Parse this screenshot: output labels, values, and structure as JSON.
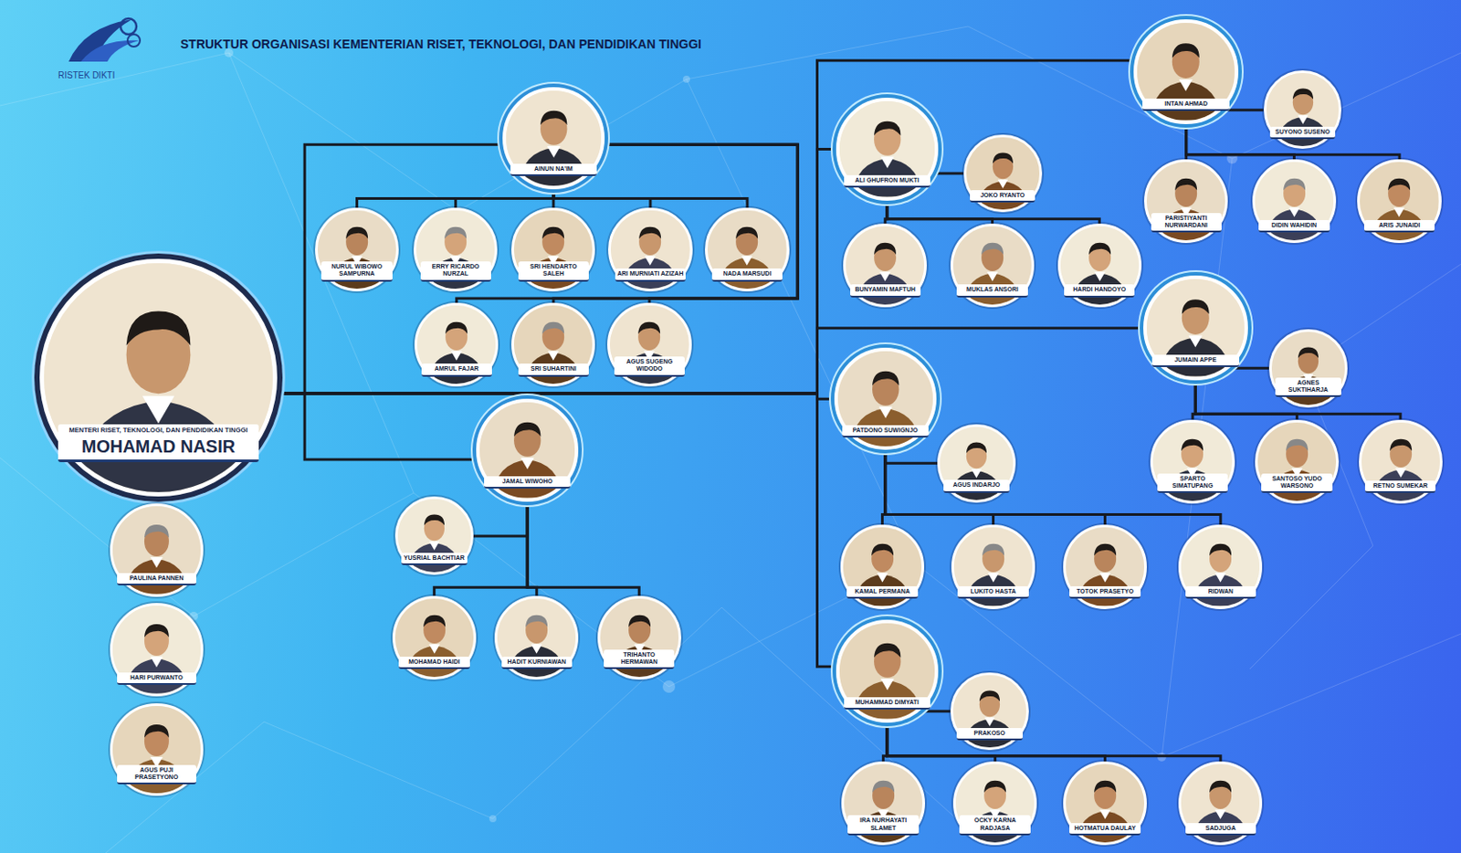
{
  "diagram": {
    "title": "STRUKTUR ORGANISASI KEMENTERIAN RISET, TEKNOLOGI, DAN PENDIDIKAN TINGGI",
    "nodes": [
      {
        "text": [
          "MENTERI RISET, TEKNOLOGI, DAN PENDIDIKAN TINGGI",
          "MOHAMAD NASIR"
        ]
      },
      {
        "text": [
          "PAULINA PANNEN"
        ]
      },
      {
        "text": [
          "HARI PURWANTO"
        ]
      },
      {
        "text": [
          "AGUS PUJI PRASETYONO"
        ]
      },
      {
        "text": [
          "AINUN NA'IM"
        ]
      },
      {
        "text": [
          "NURUL WIBOWO SAMPURNA"
        ]
      },
      {
        "text": [
          "ERRY RICARDO NURZAL"
        ]
      },
      {
        "text": [
          "SRI HENDARTO SALEH"
        ]
      },
      {
        "text": [
          "ARI MURNIATI AZIZAH"
        ]
      },
      {
        "text": [
          "NADA MARSUDI"
        ]
      },
      {
        "text": [
          "AMRUL FAJAR"
        ]
      },
      {
        "text": [
          "SRI SUHARTINI"
        ]
      },
      {
        "text": [
          "AGUS SUGENG WIDODO"
        ]
      },
      {
        "text": [
          "JAMAL WIWOHO"
        ]
      },
      {
        "text": [
          "YUSRIAL BACHTIAR"
        ]
      },
      {
        "text": [
          "MOHAMAD HAIDI"
        ]
      },
      {
        "text": [
          "HADIT KURNIAWAN"
        ]
      },
      {
        "text": [
          "TRIHANTO HERMAWAN"
        ]
      },
      {
        "text": [
          "ALI GHUFRON MUKTI"
        ]
      },
      {
        "text": [
          "JOKO RYANTO"
        ]
      },
      {
        "text": [
          "BUNYAMIN MAFTUH"
        ]
      },
      {
        "text": [
          "MUKLAS ANSORI"
        ]
      },
      {
        "text": [
          "HARDI HANDOYO"
        ]
      },
      {
        "text": [
          "INTAN AHMAD"
        ]
      },
      {
        "text": [
          "SUYONO SUSENO"
        ]
      },
      {
        "text": [
          "PARISTIYANTI NURWARDANI"
        ]
      },
      {
        "text": [
          "DIDIN WAHIDIN"
        ]
      },
      {
        "text": [
          "ARIS JUNAIDI"
        ]
      },
      {
        "text": [
          "JUMAIN APPE"
        ]
      },
      {
        "text": [
          "AGNES SUKTIHARJA"
        ]
      },
      {
        "text": [
          "SPARTO SIMATUPANG"
        ]
      },
      {
        "text": [
          "SANTOSO YUDO WARSONO"
        ]
      },
      {
        "text": [
          "RETNO SUMEKAR"
        ]
      },
      {
        "text": [
          "PATDONO SUWIGNJO"
        ]
      },
      {
        "text": [
          "AGUS INDARJO"
        ]
      },
      {
        "text": [
          "KAMAL PERMANA"
        ]
      },
      {
        "text": [
          "LUKITO HASTA"
        ]
      },
      {
        "text": [
          "TOTOK PRASETYO"
        ]
      },
      {
        "text": [
          "RIDWAN"
        ]
      },
      {
        "text": [
          "MUHAMMAD DIMYATI"
        ]
      },
      {
        "text": [
          "PRAKOSO"
        ]
      },
      {
        "text": [
          "IRA NURHAYATI SLAMET"
        ]
      },
      {
        "text": [
          "OCKY KARNA RADJASA"
        ]
      },
      {
        "text": [
          "HOTMATUA DAULAY"
        ]
      },
      {
        "text": [
          "SADJUGA"
        ]
      }
    ],
    "edges": [
      {
        "from": 0,
        "to": 4,
        "arrow": "none"
      },
      {
        "from": 0,
        "to": 13,
        "arrow": "none"
      },
      {
        "from": 0,
        "to": 18,
        "arrow": "none"
      },
      {
        "from": 0,
        "to": 23,
        "arrow": "none"
      },
      {
        "from": 0,
        "to": 28,
        "arrow": "none"
      },
      {
        "from": 0,
        "to": 33,
        "arrow": "none"
      },
      {
        "from": 0,
        "to": 39,
        "arrow": "none"
      },
      {
        "from": 4,
        "to": 5,
        "arrow": "none"
      },
      {
        "from": 4,
        "to": 6,
        "arrow": "none"
      },
      {
        "from": 4,
        "to": 7,
        "arrow": "none"
      },
      {
        "from": 4,
        "to": 8,
        "arrow": "none"
      },
      {
        "from": 4,
        "to": 9,
        "arrow": "none"
      },
      {
        "from": 4,
        "to": 10,
        "arrow": "none"
      },
      {
        "from": 4,
        "to": 11,
        "arrow": "none"
      },
      {
        "from": 4,
        "to": 12,
        "arrow": "none"
      },
      {
        "from": 13,
        "to": 14,
        "arrow": "none"
      },
      {
        "from": 13,
        "to": 15,
        "arrow": "none"
      },
      {
        "from": 13,
        "to": 16,
        "arrow": "none"
      },
      {
        "from": 13,
        "to": 17,
        "arrow": "none"
      },
      {
        "from": 18,
        "to": 19,
        "arrow": "none"
      },
      {
        "from": 18,
        "to": 20,
        "arrow": "none"
      },
      {
        "from": 18,
        "to": 21,
        "arrow": "none"
      },
      {
        "from": 18,
        "to": 22,
        "arrow": "none"
      },
      {
        "from": 23,
        "to": 24,
        "arrow": "none"
      },
      {
        "from": 23,
        "to": 25,
        "arrow": "none"
      },
      {
        "from": 23,
        "to": 26,
        "arrow": "none"
      },
      {
        "from": 23,
        "to": 27,
        "arrow": "none"
      },
      {
        "from": 28,
        "to": 29,
        "arrow": "none"
      },
      {
        "from": 28,
        "to": 30,
        "arrow": "none"
      },
      {
        "from": 28,
        "to": 31,
        "arrow": "none"
      },
      {
        "from": 28,
        "to": 32,
        "arrow": "none"
      },
      {
        "from": 33,
        "to": 34,
        "arrow": "none"
      },
      {
        "from": 33,
        "to": 35,
        "arrow": "none"
      },
      {
        "from": 33,
        "to": 36,
        "arrow": "none"
      },
      {
        "from": 33,
        "to": 37,
        "arrow": "none"
      },
      {
        "from": 33,
        "to": 38,
        "arrow": "none"
      },
      {
        "from": 39,
        "to": 40,
        "arrow": "none"
      },
      {
        "from": 39,
        "to": 41,
        "arrow": "none"
      },
      {
        "from": 39,
        "to": 42,
        "arrow": "none"
      },
      {
        "from": 39,
        "to": 43,
        "arrow": "none"
      },
      {
        "from": 39,
        "to": 44,
        "arrow": "none"
      }
    ],
    "labels": [
      "RISTEK DIKTI"
    ]
  }
}
